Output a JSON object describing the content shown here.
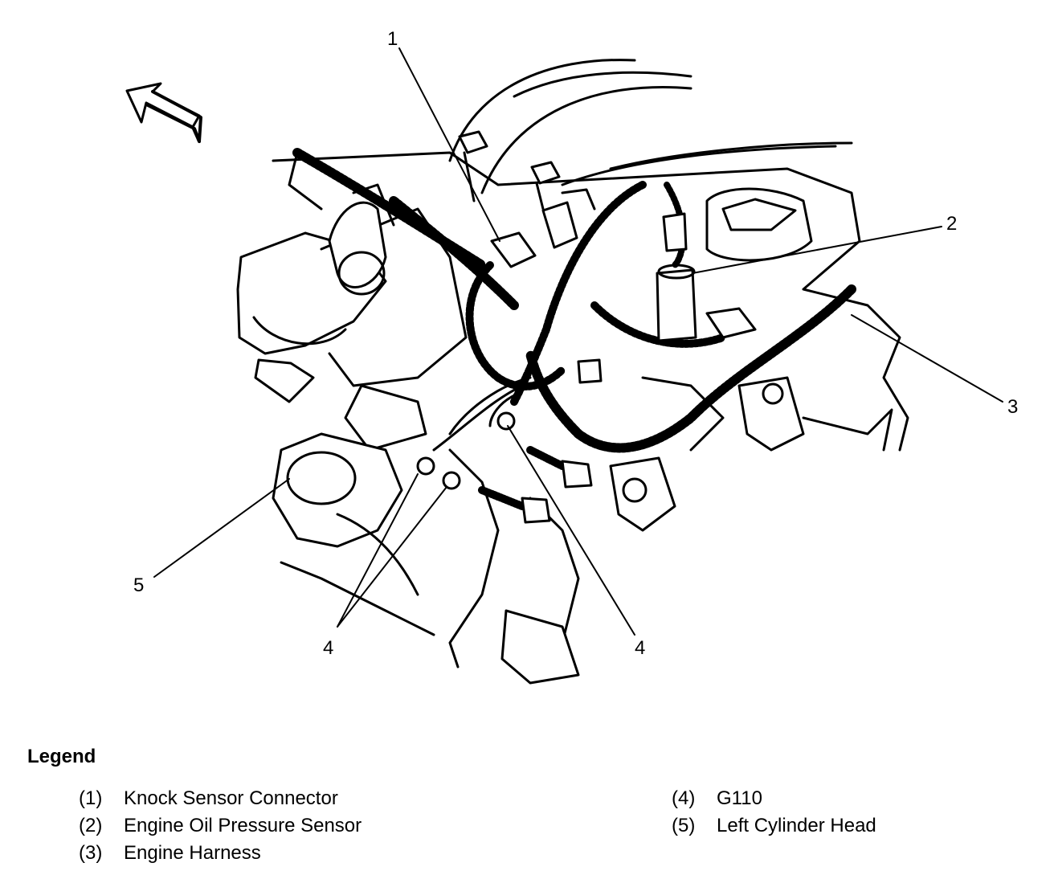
{
  "diagram": {
    "callouts": [
      {
        "id": "1",
        "text": "1"
      },
      {
        "id": "2",
        "text": "2"
      },
      {
        "id": "3",
        "text": "3"
      },
      {
        "id": "4a",
        "text": "4"
      },
      {
        "id": "4b",
        "text": "4"
      },
      {
        "id": "5",
        "text": "5"
      }
    ]
  },
  "legend": {
    "title": "Legend",
    "items": [
      {
        "num": "(1)",
        "label": "Knock Sensor Connector"
      },
      {
        "num": "(2)",
        "label": "Engine Oil Pressure Sensor"
      },
      {
        "num": "(3)",
        "label": "Engine Harness"
      },
      {
        "num": "(4)",
        "label": "G110"
      },
      {
        "num": "(5)",
        "label": "Left Cylinder Head"
      }
    ]
  },
  "colors": {
    "ink": "#000000",
    "paper": "#ffffff"
  }
}
